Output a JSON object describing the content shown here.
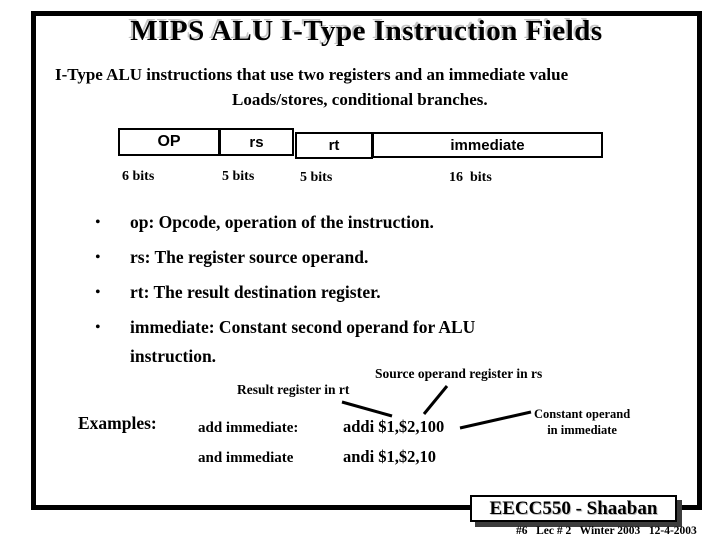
{
  "slide": {
    "title": "MIPS ALU I-Type Instruction Fields",
    "subtitle_line1": "I-Type ALU instructions that use two registers and an immediate value",
    "subtitle_line2": "Loads/stores, conditional branches.",
    "fields_table": {
      "fields": [
        {
          "name": "OP",
          "bits": "6 bits"
        },
        {
          "name": "rs",
          "bits": "5 bits"
        },
        {
          "name": "rt",
          "bits": "5 bits"
        },
        {
          "name": "immediate",
          "bits": "16  bits"
        }
      ]
    },
    "bullets": [
      "op: Opcode, operation of the instruction.",
      "rs: The register source operand.",
      "rt: The result destination register.",
      "immediate:  Constant second operand for ALU instruction."
    ],
    "bullet_marker": "•",
    "annotations": {
      "source_operand": "Source operand register in rs",
      "result_register": "Result register in rt",
      "constant_operand_line1": "Constant operand",
      "constant_operand_line2": "in immediate"
    },
    "examples": {
      "label": "Examples:",
      "rows": [
        {
          "name": "add immediate:",
          "code": "addi $1,$2,100"
        },
        {
          "name": "and immediate",
          "code": "andi $1,$2,10"
        }
      ]
    },
    "footer": {
      "course": "EECC550 - Shaaban",
      "lecture_info": "#6   Lec # 2   Winter 2003   12-4-2003"
    },
    "colors": {
      "border": "#000000",
      "background": "#ffffff",
      "text": "#000000",
      "shadow": "#3c3c3c"
    }
  }
}
